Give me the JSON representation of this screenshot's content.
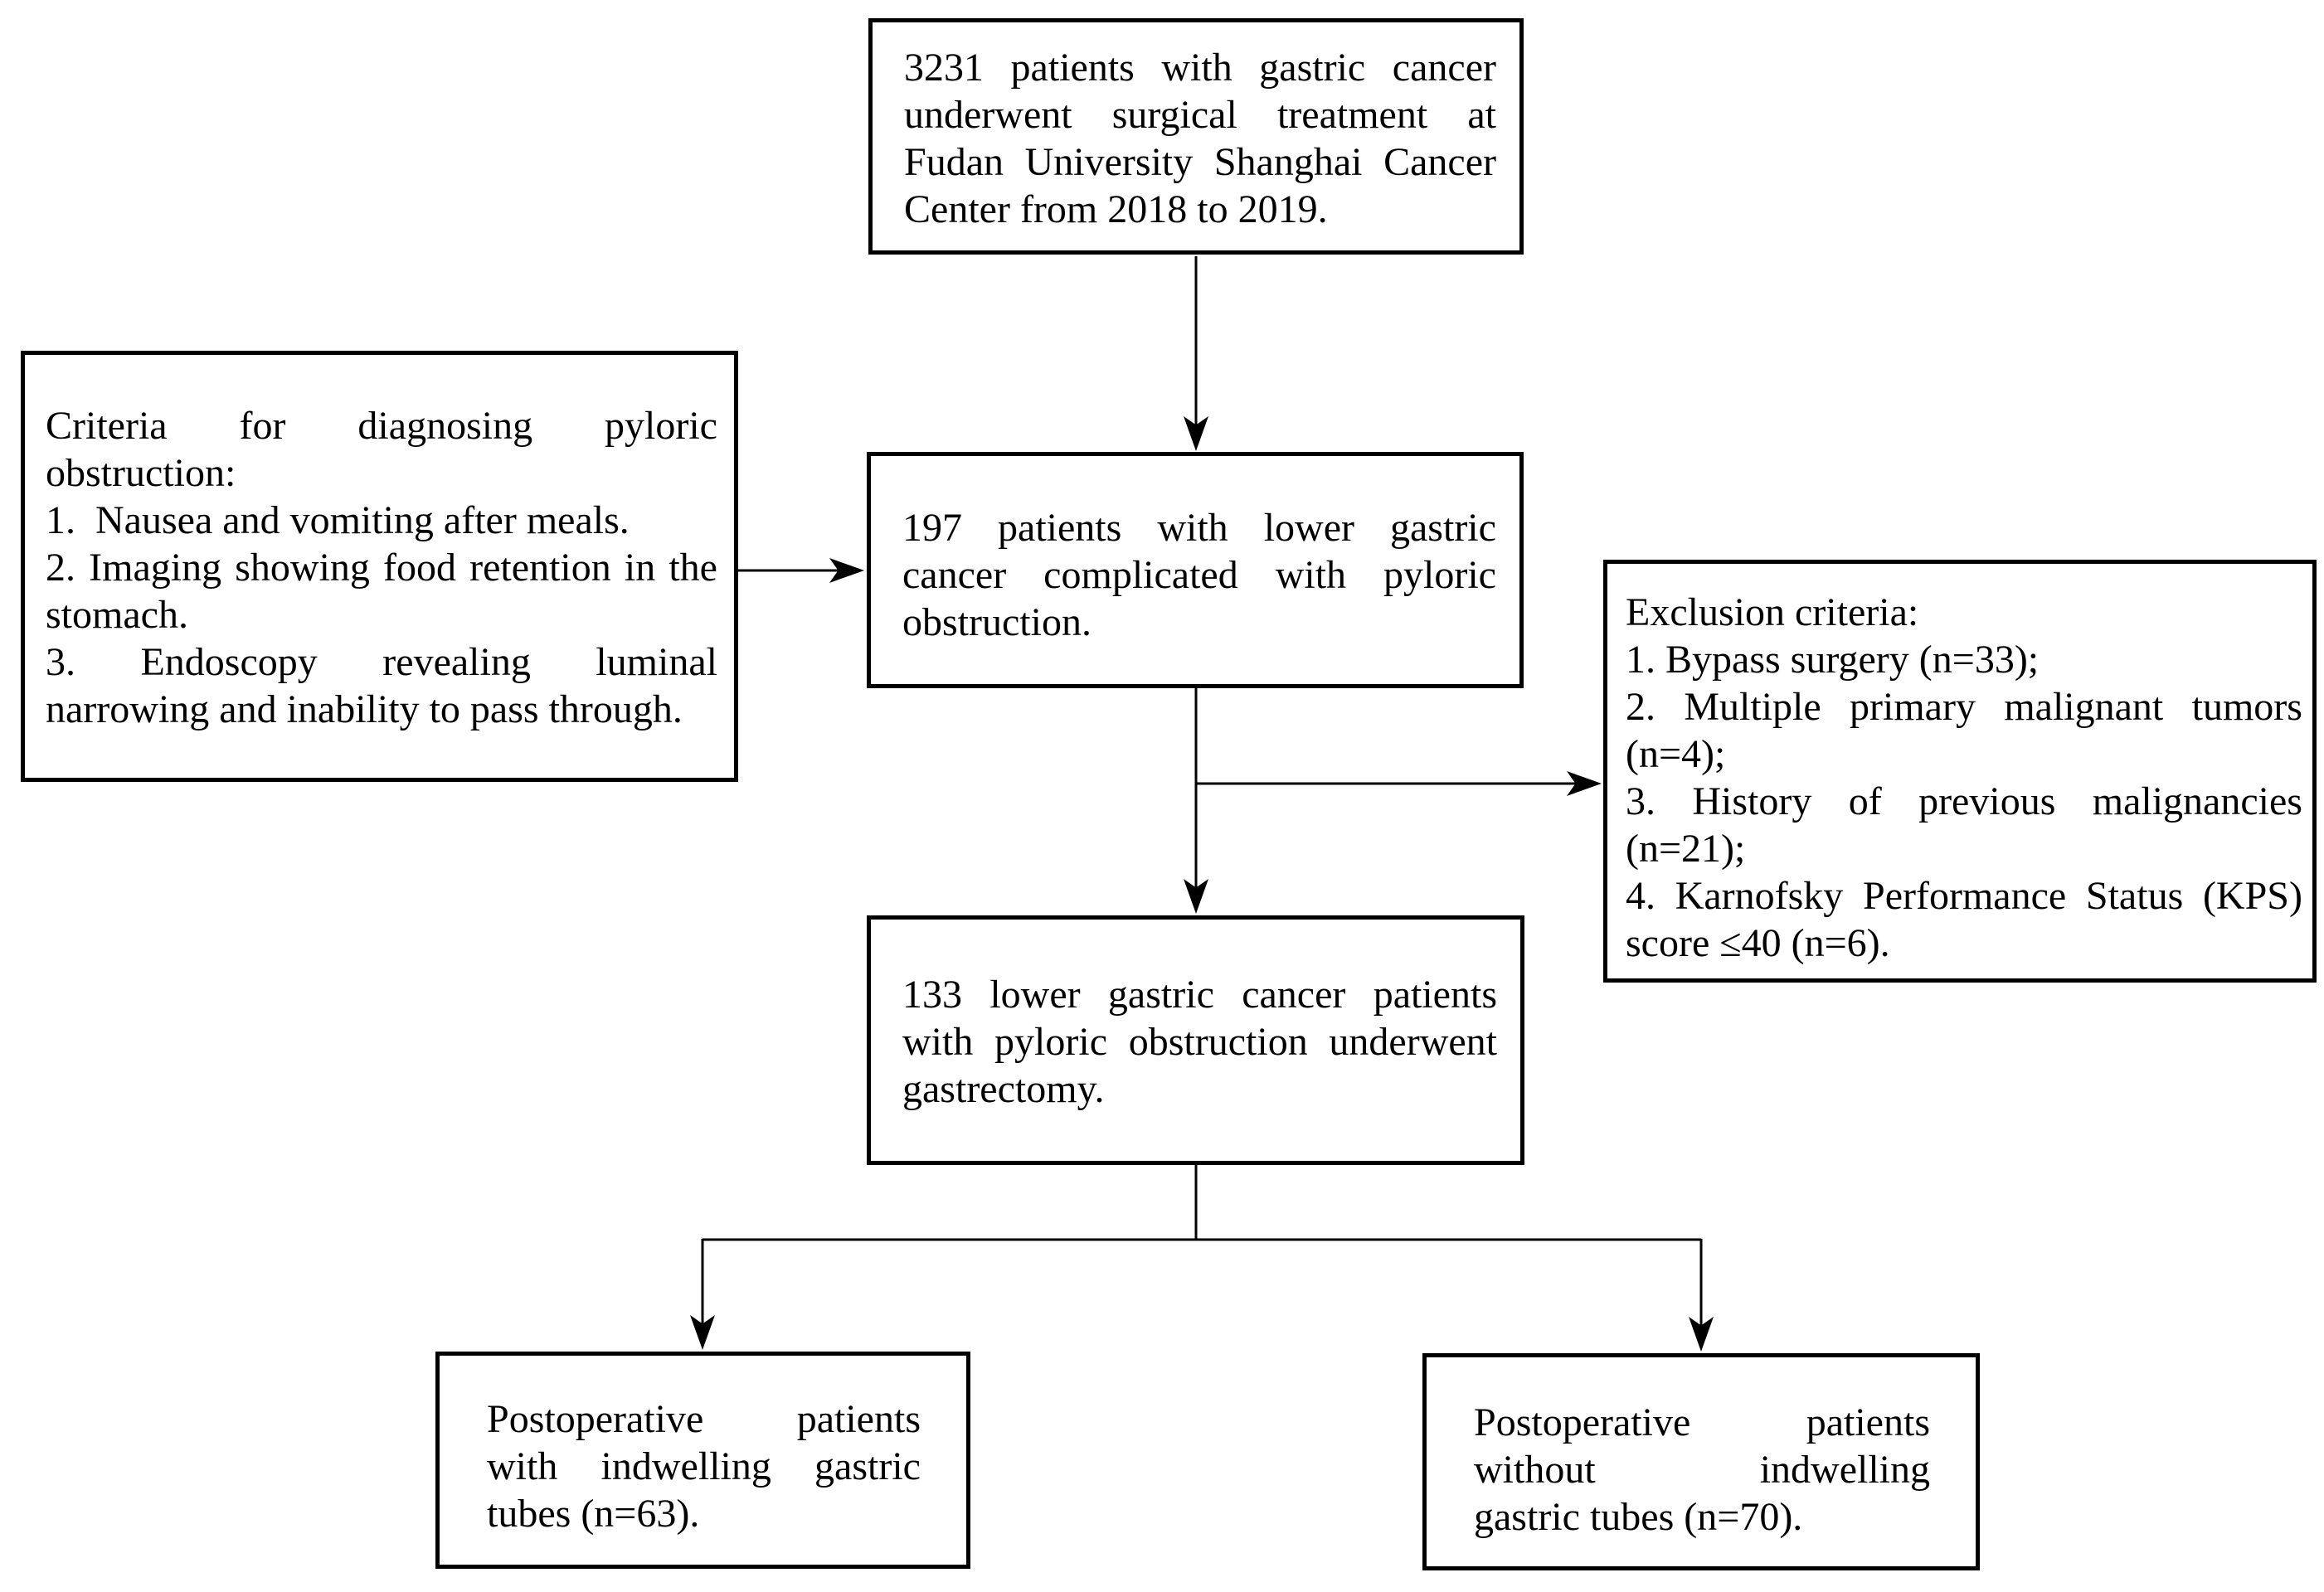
{
  "colors": {
    "ink": "#000000",
    "background": "#ffffff"
  },
  "boxes": {
    "total_patients": {
      "lines": [
        "3231 patients with gastric cancer",
        "underwent surgical treatment at",
        "Fudan University Shanghai Cancer",
        "Center from 2018 to 2019."
      ]
    },
    "diagnostic_criteria": {
      "lines": [
        "Criteria for diagnosing pyloric",
        "obstruction:",
        "1.  Nausea and vomiting after meals.",
        "2. Imaging showing food retention in the",
        "stomach.",
        "3. Endoscopy revealing luminal",
        "narrowing and inability to pass through."
      ]
    },
    "obstruction_patients": {
      "lines": [
        "197 patients with lower gastric",
        "cancer complicated with pyloric",
        "obstruction."
      ]
    },
    "exclusion_criteria": {
      "lines": [
        "Exclusion criteria:",
        "1. Bypass surgery (n=33);",
        "2. Multiple primary malignant tumors",
        "(n=4);",
        "3. History of previous malignancies",
        "(n=21);",
        "4. Karnofsky Performance Status (KPS)",
        "score ≤40 (n=6)."
      ]
    },
    "gastrectomy_patients": {
      "lines": [
        "133 lower gastric cancer patients",
        "with pyloric obstruction underwent",
        "gastrectomy."
      ]
    },
    "with_tubes": {
      "lines": [
        "Postoperative patients",
        "with indwelling gastric",
        "tubes (n=63)."
      ]
    },
    "without_tubes": {
      "lines": [
        "Postoperative patients",
        "without indwelling",
        "gastric tubes (n=70)."
      ]
    }
  }
}
